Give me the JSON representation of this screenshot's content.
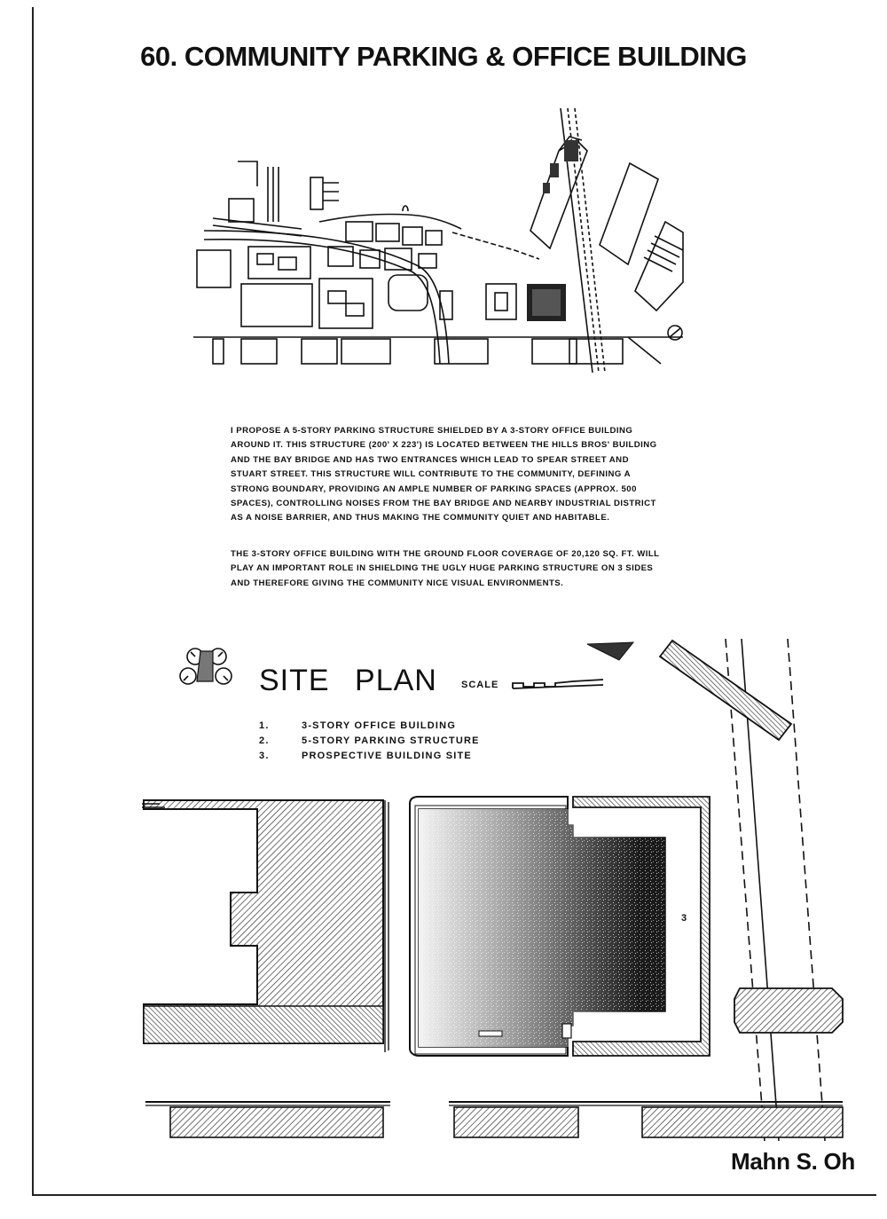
{
  "title": "60. COMMUNITY PARKING & OFFICE BUILDING",
  "description": {
    "paragraph_1": "I propose a 5-story parking structure shielded by a 3-story office building around it. This structure (200' x 223') is located between the Hills Bros' building and the Bay Bridge and has two entrances which lead to Spear Street and Stuart Street. This structure will contribute to the community, defining a strong boundary, providing an ample number of parking spaces (approx. 500 spaces), controlling noises from the Bay Bridge and nearby industrial district as a noise barrier, and thus making the community quiet and habitable.",
    "paragraph_2": "The 3-story office building with the ground floor coverage of 20,120 sq. ft. will play an important role in shielding the ugly huge parking structure on 3 sides and therefore giving the community nice visual environments."
  },
  "site_plan": {
    "title": "SITE PLAN",
    "scale_label": "SCALE",
    "legend": [
      {
        "number": "1.",
        "label": "3-STORY OFFICE BUILDING"
      },
      {
        "number": "2.",
        "label": "5-STORY PARKING STRUCTURE"
      },
      {
        "number": "3.",
        "label": "PROSPECTIVE BUILDING SITE"
      }
    ],
    "site_marker": "3"
  },
  "author": "Mahn S. Oh",
  "colors": {
    "ink": "#111111",
    "paper": "#ffffff",
    "hatch": "#333333"
  },
  "icons": [
    "north-arrow-icon",
    "tree-cluster-icon"
  ]
}
